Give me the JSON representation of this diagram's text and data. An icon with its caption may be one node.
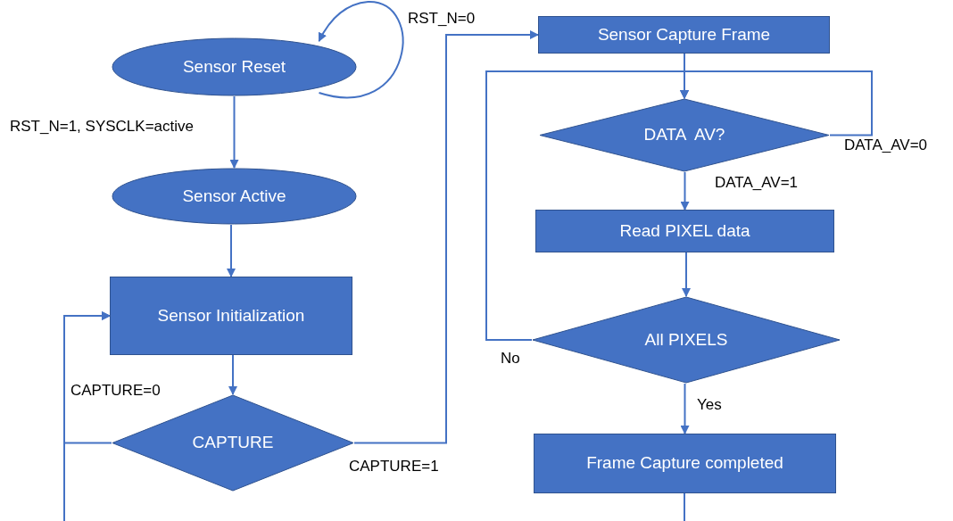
{
  "diagram": {
    "nodes": [
      {
        "text": [
          "Sensor Reset"
        ]
      },
      {
        "text": [
          "Sensor Active"
        ]
      },
      {
        "text": [
          "Sensor Initialization"
        ]
      },
      {
        "text": [
          "CAPTURE"
        ]
      },
      {
        "text": [
          "Sensor Capture Frame"
        ]
      },
      {
        "text": [
          "DATA  AV?"
        ]
      },
      {
        "text": [
          "Read PIXEL data"
        ]
      },
      {
        "text": [
          "All PIXELS"
        ]
      },
      {
        "text": [
          "Frame Capture completed"
        ]
      }
    ],
    "edges": [
      {
        "from": 0,
        "to": 0,
        "arrow": "to",
        "label": "RST_N=0"
      },
      {
        "from": 0,
        "to": 1,
        "arrow": "to",
        "label": "RST_N=1, SYSCLK=active"
      },
      {
        "from": 1,
        "to": 2,
        "arrow": "to"
      },
      {
        "from": 2,
        "to": 3,
        "arrow": "to"
      },
      {
        "from": 3,
        "to": 2,
        "arrow": "to",
        "label": "CAPTURE=0"
      },
      {
        "from": 3,
        "to": 4,
        "arrow": "to",
        "label": "CAPTURE=1"
      },
      {
        "from": 4,
        "to": 5,
        "arrow": "to"
      },
      {
        "from": 5,
        "to": 5,
        "arrow": "to",
        "label": "DATA_AV=0"
      },
      {
        "from": 5,
        "to": 6,
        "arrow": "to",
        "label": "DATA_AV=1"
      },
      {
        "from": 6,
        "to": 7,
        "arrow": "to"
      },
      {
        "from": 7,
        "to": 5,
        "arrow": "to",
        "label": "No"
      },
      {
        "from": 7,
        "to": 8,
        "arrow": "to",
        "label": "Yes"
      },
      {
        "from": 8,
        "to": null,
        "arrow": "none"
      },
      {
        "from": null,
        "to": 2,
        "arrow": "to"
      }
    ]
  }
}
